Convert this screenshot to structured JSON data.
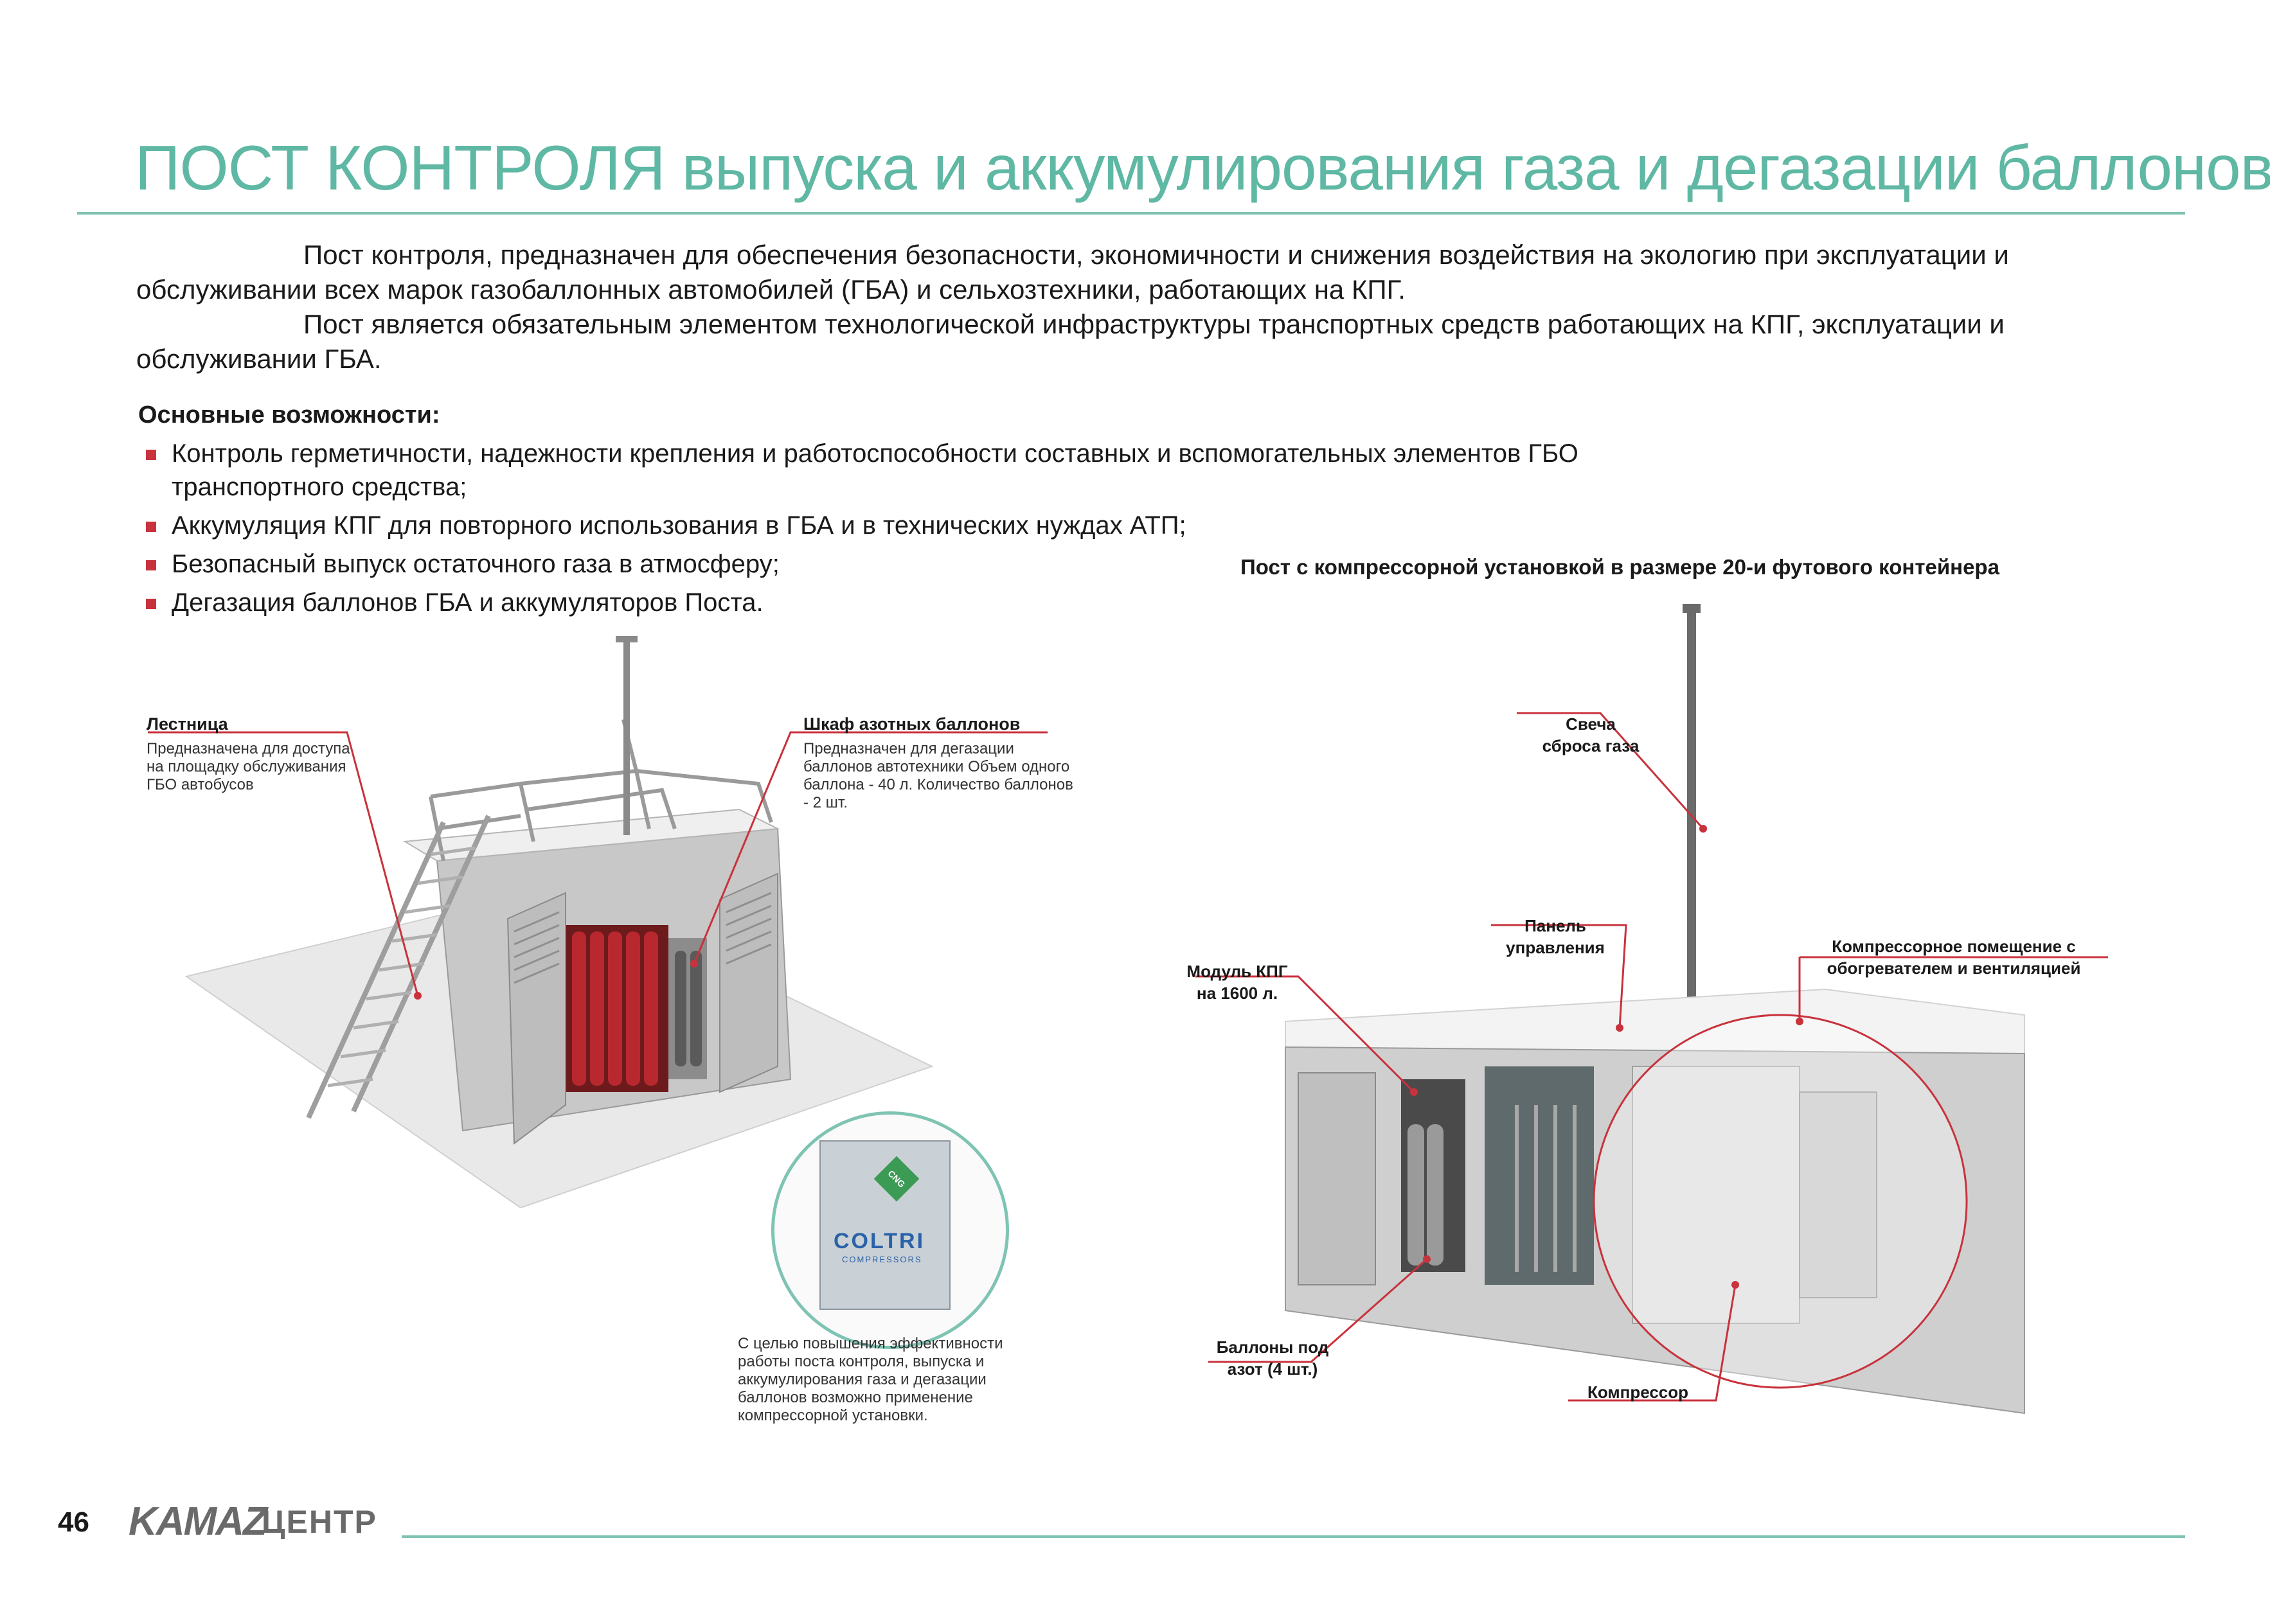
{
  "title": "ПОСТ КОНТРОЛЯ выпуска и аккумулирования газа и дегазации баллонов",
  "intro": {
    "p1": "Пост контроля, предназначен для обеспечения безопасности, экономичности и снижения воздействия на экологию при эксплуатации и обслуживании всех марок газобаллонных автомобилей (ГБА) и сельхозтехники, работающих на КПГ.",
    "p2": "Пост является обязательным элементом технологической инфраструктуры транспортных средств работающих на КПГ, эксплуатации и обслуживании ГБА."
  },
  "features": {
    "heading": "Основные возможности:",
    "items": [
      "Контроль герметичности, надежности крепления и работоспособности составных и вспомогательных элементов ГБО транспортного средства;",
      "Аккумуляция КПГ для повторного использования в ГБА и в технических нуждах АТП;",
      "Безопасный выпуск остаточного газа в атмосферу;",
      "Дегазация баллонов ГБА и аккумуляторов Поста."
    ]
  },
  "left_diagram": {
    "ladder_title": "Лестница",
    "ladder_desc": "Предназначена для доступа на площадку обслуживания ГБО автобусов",
    "cabinet_title": "Шкаф азотных баллонов",
    "cabinet_desc": "Предназначен для дегазации баллонов автотехники Объем одного баллона - 40 л. Количество баллонов - 2 шт.",
    "compressor_note": "С целью повышения эффективности работы поста контроля, выпуска и аккумулирования газа и дегазации баллонов возможно применение компрессорной установки.",
    "compressor_brand": "COLTRI",
    "compressor_sub": "COMPRESSORS",
    "cng_badge": "CNG"
  },
  "right_diagram": {
    "caption": "Пост с компрессорной установкой в размере 20-и футового контейнера",
    "candle": "Свеча сброса газа",
    "panel": "Панель управления",
    "compressor_room": "Компрессорное помещение с обогревателем и вентиляцией",
    "module": "Модуль КПГ на 1600 л.",
    "bottles": "Баллоны под азот (4 шт.)",
    "compressor": "Компрессор"
  },
  "footer": {
    "page_number": "46",
    "brand": "KAMAZ",
    "brand_suffix": "ЦЕНТР"
  },
  "colors": {
    "accent": "#5fb8a3",
    "rule": "#7fc3b3",
    "marker": "#c8323c"
  }
}
